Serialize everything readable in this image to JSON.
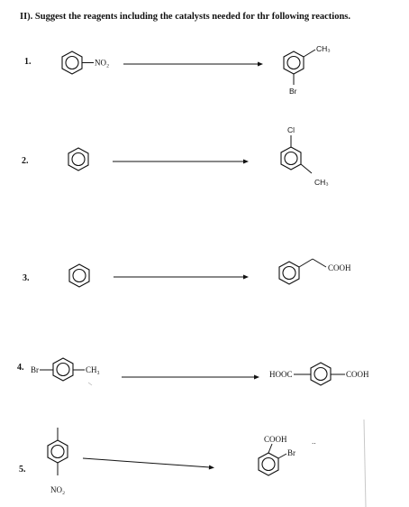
{
  "heading": "II). Suggest the reagents including the catalysts needed  for thr following reactions.",
  "reactions": [
    {
      "number": "1.",
      "reactant_substituent": "NO₂",
      "product_substituents": [
        "CH₃",
        "Br"
      ]
    },
    {
      "number": "2.",
      "product_substituents": [
        "Cl",
        "CH₃"
      ]
    },
    {
      "number": "3.",
      "product_substituents": [
        "COOH"
      ]
    },
    {
      "number": "4.",
      "reactant_substituents": [
        "Br",
        "CH₃"
      ],
      "product_substituents": [
        "HOOC",
        "COOH"
      ]
    },
    {
      "number": "5.",
      "reactant_substituent": "NO₂",
      "product_substituents": [
        "COOH",
        "Br"
      ]
    }
  ],
  "stray_marks": ".."
}
